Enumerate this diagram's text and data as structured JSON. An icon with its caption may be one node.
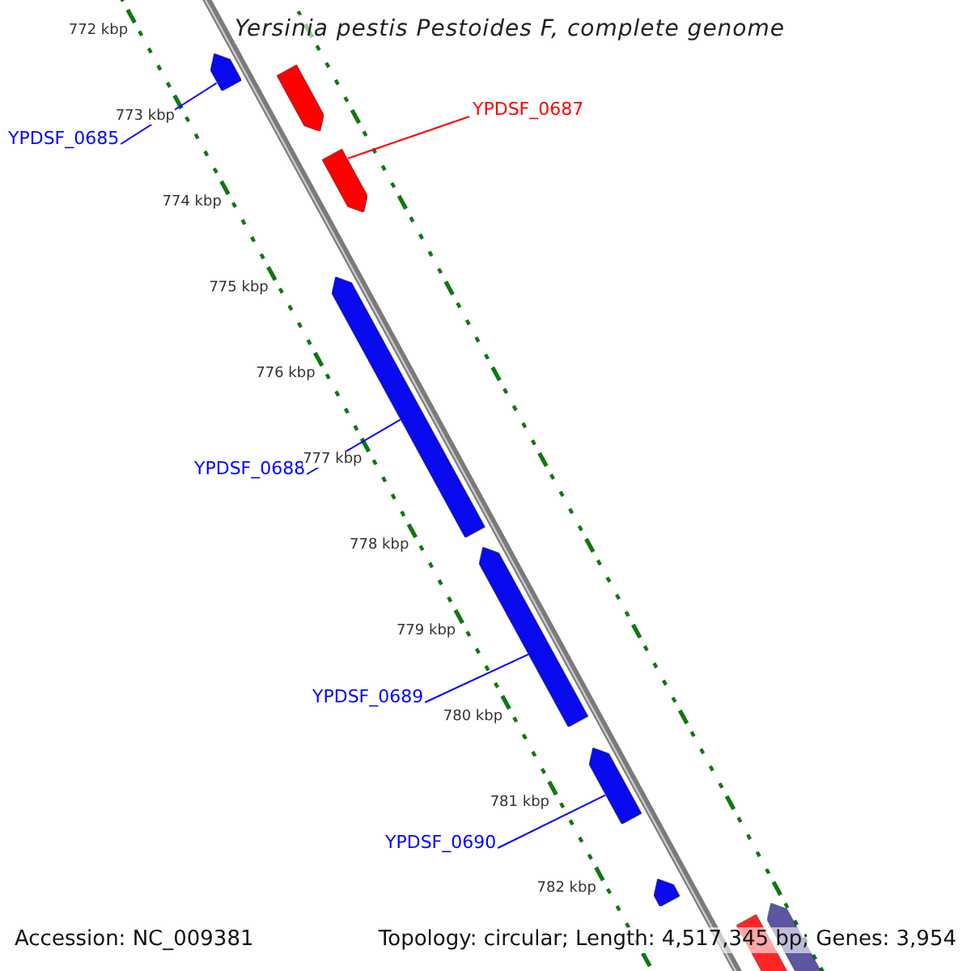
{
  "diagram": {
    "title": "Yersinia pestis Pestoides F, complete genome",
    "nodes": [
      {
        "text": [],
        "shape": "bar"
      },
      {
        "text": [],
        "shape": "bar"
      },
      {
        "text": [
          "YPDSF_0685"
        ]
      },
      {
        "text": [
          "YPDSF_0687"
        ]
      },
      {
        "text": [],
        "shape": "bar"
      },
      {
        "text": [],
        "shape": "bar"
      },
      {
        "text": [
          "YPDSF_0688"
        ]
      },
      {
        "text": [],
        "shape": "bar"
      },
      {
        "text": [
          "YPDSF_0689"
        ]
      },
      {
        "text": [],
        "shape": "bar"
      },
      {
        "text": [
          "YPDSF_0690"
        ]
      },
      {
        "text": [],
        "shape": "bar"
      },
      {
        "text": [],
        "shape": "bar"
      },
      {
        "text": [],
        "shape": "bar"
      }
    ],
    "edges": [
      {
        "from": 2,
        "to": 0,
        "arrow": "none"
      },
      {
        "from": 3,
        "to": 4,
        "arrow": "none",
        "color": "#ff0000"
      },
      {
        "from": 6,
        "to": 5,
        "arrow": "none"
      },
      {
        "from": 8,
        "to": 7,
        "arrow": "none"
      },
      {
        "from": 10,
        "to": 9,
        "arrow": "none"
      }
    ],
    "labels": [
      "772 kbp",
      "773 kbp",
      "774 kbp",
      "775 kbp",
      "776 kbp",
      "777 kbp",
      "778 kbp",
      "779 kbp",
      "780 kbp",
      "781 kbp",
      "782 kbp",
      "Accession: NC_009381",
      "Topology: circular; Length: 4,517,345 bp; Genes: 3,954"
    ]
  }
}
